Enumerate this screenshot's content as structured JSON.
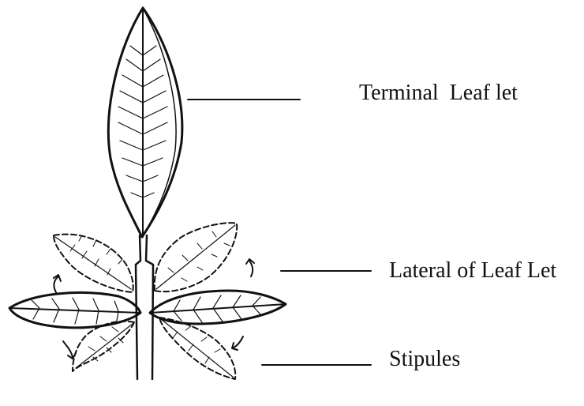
{
  "labels": {
    "terminal": "Terminal  Leaf let",
    "lateral": "Lateral of Leaf Let",
    "stipules": "Stipules"
  },
  "colors": {
    "ink": "#111111",
    "background": "#ffffff"
  }
}
